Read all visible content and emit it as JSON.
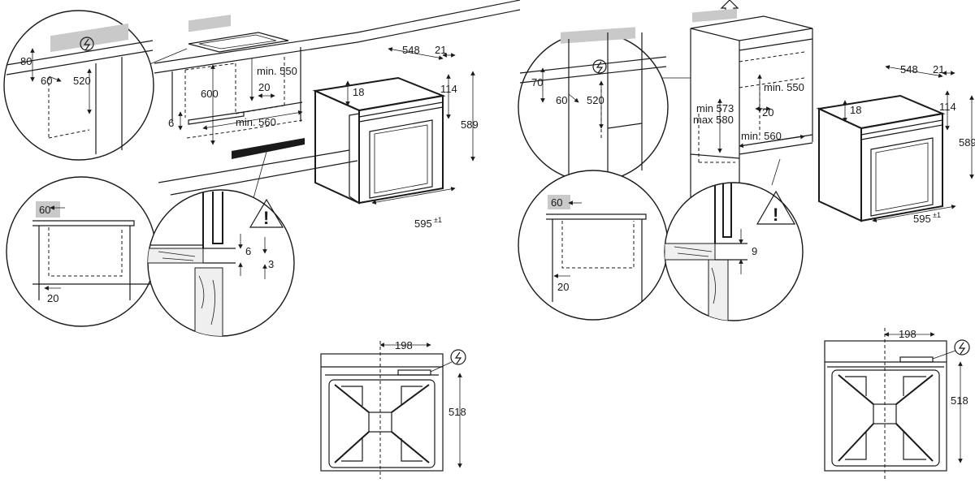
{
  "left": {
    "zoom_top": {
      "d1": "80",
      "d2": "60",
      "d3": "520"
    },
    "cabinet": {
      "d600": "600",
      "d_min550": "min. 550",
      "d20": "20",
      "d6": "6",
      "d_min560": "min. 560"
    },
    "oven": {
      "width": "548",
      "d21": "21",
      "d18": "18",
      "d114": "114",
      "height": "589",
      "depth": "595",
      "depth_tol": "±1"
    },
    "zoom_mid": {
      "d60": "60",
      "d20": "20"
    },
    "zoom_detail": {
      "d6": "6",
      "d3": "3",
      "warning": "!"
    },
    "top_view": {
      "width": "198",
      "depth": "518"
    }
  },
  "right": {
    "zoom_top": {
      "d70": "70",
      "d60": "60",
      "d520": "520"
    },
    "cabinet": {
      "d_min573": "min 573",
      "d_max580": "max 580",
      "d_min550": "min. 550",
      "d20": "20",
      "d_min560": "min. 560"
    },
    "oven": {
      "width": "548",
      "d21": "21",
      "d18": "18",
      "d114": "114",
      "height": "589",
      "depth": "595",
      "depth_tol": "±1"
    },
    "zoom_mid": {
      "d60": "60",
      "d20": "20"
    },
    "zoom_detail": {
      "d9": "9",
      "warning": "!"
    },
    "top_view": {
      "width": "198",
      "depth": "518"
    }
  },
  "icons": [
    "electric-supply-icon",
    "warning-triangle-icon",
    "up-arrow-icon"
  ]
}
